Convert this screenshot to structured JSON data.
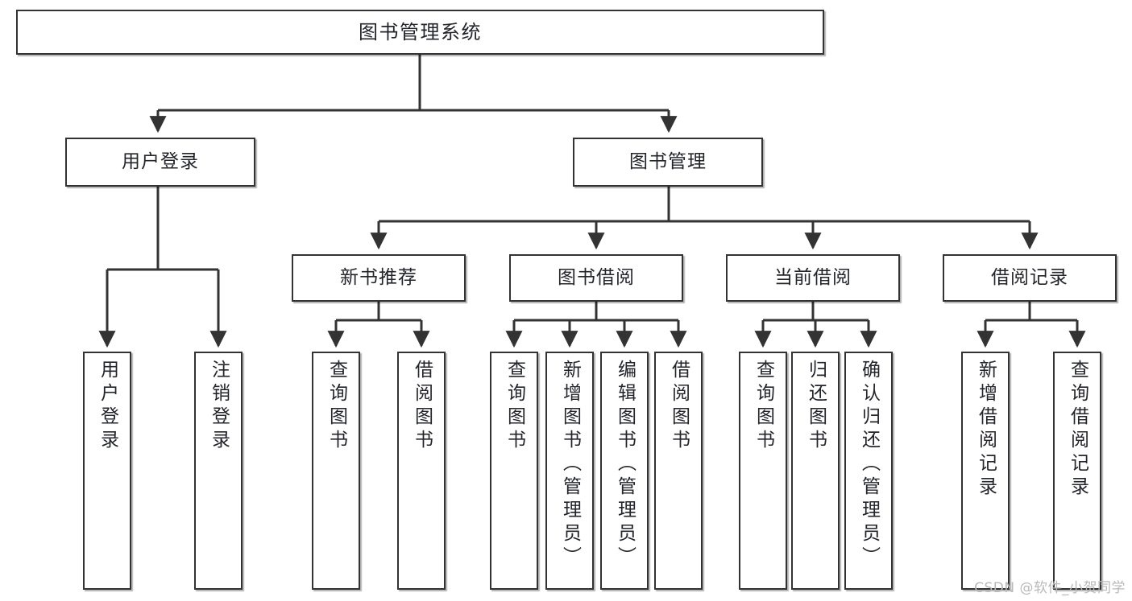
{
  "diagram": {
    "type": "tree-hierarchy",
    "title": "图书管理系统",
    "watermark": "CSDN @软件_小贺同学",
    "colors": {
      "box_border": "#333333",
      "box_fill": "#ffffff",
      "text": "#23252b",
      "edge": "#333333",
      "watermark": "#b9b9b9",
      "background": "#ffffff"
    },
    "nodes": {
      "root": {
        "label": "图书管理系统"
      },
      "level2": [
        {
          "id": "user-login",
          "label": "用户登录"
        },
        {
          "id": "book-management",
          "label": "图书管理"
        }
      ],
      "level3": [
        {
          "id": "new-book-recommend",
          "label": "新书推荐"
        },
        {
          "id": "book-borrow",
          "label": "图书借阅"
        },
        {
          "id": "current-borrow",
          "label": "当前借阅"
        },
        {
          "id": "borrow-record",
          "label": "借阅记录"
        }
      ],
      "leaves": {
        "user_login": [
          {
            "id": "leaf-user-login",
            "label": "用户登录"
          },
          {
            "id": "leaf-logout-login",
            "label": "注销登录"
          }
        ],
        "new_book_recommend": [
          {
            "id": "leaf-query-book-1",
            "label": "查询图书"
          },
          {
            "id": "leaf-borrow-book-1",
            "label": "借阅图书"
          }
        ],
        "book_borrow": [
          {
            "id": "leaf-query-book-2",
            "label": "查询图书"
          },
          {
            "id": "leaf-add-book-admin",
            "label": "新增图书（管理员）"
          },
          {
            "id": "leaf-edit-book-admin",
            "label": "编辑图书（管理员）"
          },
          {
            "id": "leaf-borrow-book-2",
            "label": "借阅图书"
          }
        ],
        "current_borrow": [
          {
            "id": "leaf-query-book-3",
            "label": "查询图书"
          },
          {
            "id": "leaf-return-book",
            "label": "归还图书"
          },
          {
            "id": "leaf-confirm-return-admin",
            "label": "确认归还（管理员）"
          }
        ],
        "borrow_record": [
          {
            "id": "leaf-add-borrow-record",
            "label": "新增借阅记录"
          },
          {
            "id": "leaf-query-borrow-record",
            "label": "查询借阅记录"
          }
        ]
      }
    }
  }
}
